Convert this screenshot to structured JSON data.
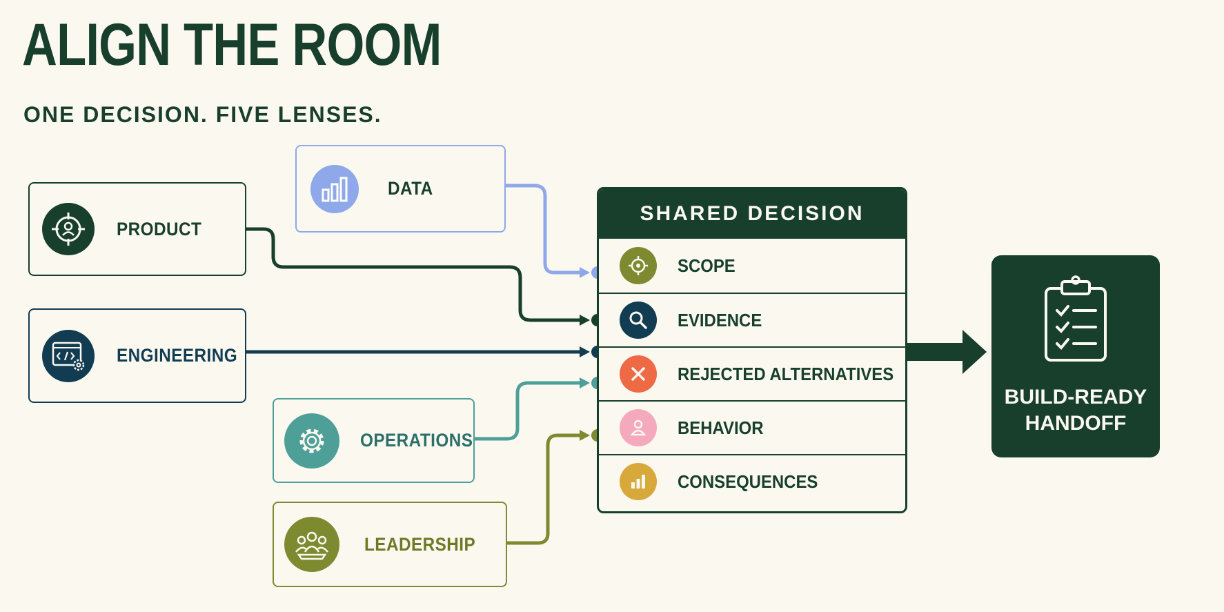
{
  "header": {
    "title": "ALIGN THE ROOM",
    "subtitle": "ONE DECISION. FIVE LENSES."
  },
  "lenses": [
    {
      "id": "data",
      "label": "DATA",
      "color": "#8fa8ea",
      "icon": "bar-chart-icon"
    },
    {
      "id": "product",
      "label": "PRODUCT",
      "color": "#173f2c",
      "icon": "target-person-icon"
    },
    {
      "id": "engineering",
      "label": "ENGINEERING",
      "color": "#123c52",
      "icon": "code-gear-icon"
    },
    {
      "id": "operations",
      "label": "OPERATIONS",
      "color": "#4e9f98",
      "icon": "gear-icon"
    },
    {
      "id": "leadership",
      "label": "LEADERSHIP",
      "color": "#7d8a2f",
      "icon": "group-icon"
    }
  ],
  "shared_decision": {
    "title": "SHARED DECISION",
    "items": [
      {
        "label": "SCOPE",
        "color": "#7d8a2f",
        "icon": "target-icon"
      },
      {
        "label": "EVIDENCE",
        "color": "#123c52",
        "icon": "magnifier-icon"
      },
      {
        "label": "REJECTED ALTERNATIVES",
        "color": "#ee6a45",
        "icon": "x-icon"
      },
      {
        "label": "BEHAVIOR",
        "color": "#f4a9bd",
        "icon": "person-icon"
      },
      {
        "label": "CONSEQUENCES",
        "color": "#d7a93b",
        "icon": "bar-chart-icon"
      }
    ]
  },
  "handoff": {
    "label": "BUILD-READY\nHANDOFF",
    "icon": "clipboard-checklist-icon"
  },
  "colors": {
    "background": "#fbf8f0",
    "primary": "#173f2c"
  }
}
